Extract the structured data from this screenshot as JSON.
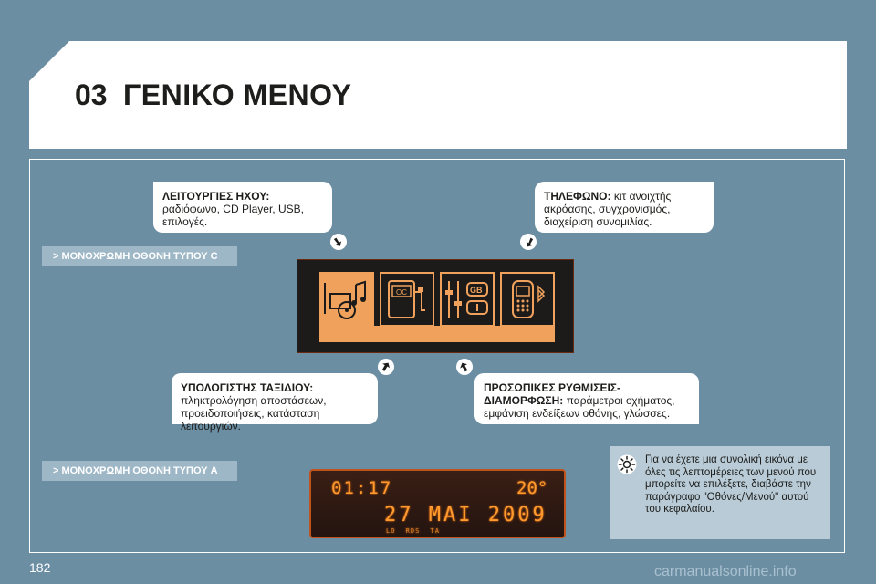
{
  "header": {
    "chapter_number": "03",
    "title": "ΓΕΝΙΚΟ ΜΕΝΟΥ"
  },
  "callouts": {
    "audio": {
      "heading": "ΛΕΙΤΟΥΡΓΙΕΣ ΗΧΟΥ:",
      "line1": "ραδιόφωνο, CD Player, USB,",
      "line2": "επιλογές."
    },
    "phone": {
      "heading": "ΤΗΛΕΦΩΝΟ:",
      "line1_rest": "κιτ ανοιχτής",
      "line2": "ακρόασης, συγχρονισμός,",
      "line3": "διαχείριση συνομιλίας."
    },
    "trip_computer": {
      "heading": "ΥΠΟΛΟΓΙΣΤΗΣ ΤΑΞΙΔΙΟΥ:",
      "line1": "πληκτρολόγηση αποστάσεων,",
      "line2": "προειδοποιήσεις, κατάσταση λειτουργιών."
    },
    "settings": {
      "heading_line1": "ΠΡΟΣΩΠΙΚΕΣ ΡΥΘΜΙΣΕΙΣ-",
      "heading_line2": "ΔΙΑΜΟΡΦΩΣΗ:",
      "line2_rest": "παράμετροι οχήματος,",
      "line3": "εμφάνιση ενδείξεων οθόνης, γλώσσες."
    }
  },
  "tags": {
    "screen_c": "> ΜΟΝΟΧΡΩΜΗ ΟΘΟΝΗ ΤΥΠΟΥ C",
    "screen_a": "> ΜΟΝΟΧΡΩΜΗ ΟΘΟΝΗ ΤΥΠΟΥ A"
  },
  "screen_c": {
    "icons": [
      "audio-icon",
      "trip-computer-icon",
      "settings-icon",
      "phone-icon"
    ],
    "tile_labels": {
      "trip": "OC",
      "lang": "GB"
    }
  },
  "screen_a": {
    "time": "01:17",
    "temperature": "20°",
    "date": "27 MAI 2009",
    "flags": "LO RDS TA"
  },
  "info_box": {
    "text": "Για να έχετε μια συνολική εικόνα με όλες τις λεπτομέρειες των μενού που μπορείτε να επιλέξετε, διαβάστε την παράγραφο \"Οθόνες/Μενού\" αυτού του κεφαλαίου."
  },
  "footer": {
    "page_number": "182",
    "watermark": "carmanualsonline.info"
  },
  "colors": {
    "background": "#6c8ea3",
    "display_orange": "#f0a25c",
    "tag_bg": "#9eb7c7",
    "info_bg": "#b8cbd6"
  }
}
